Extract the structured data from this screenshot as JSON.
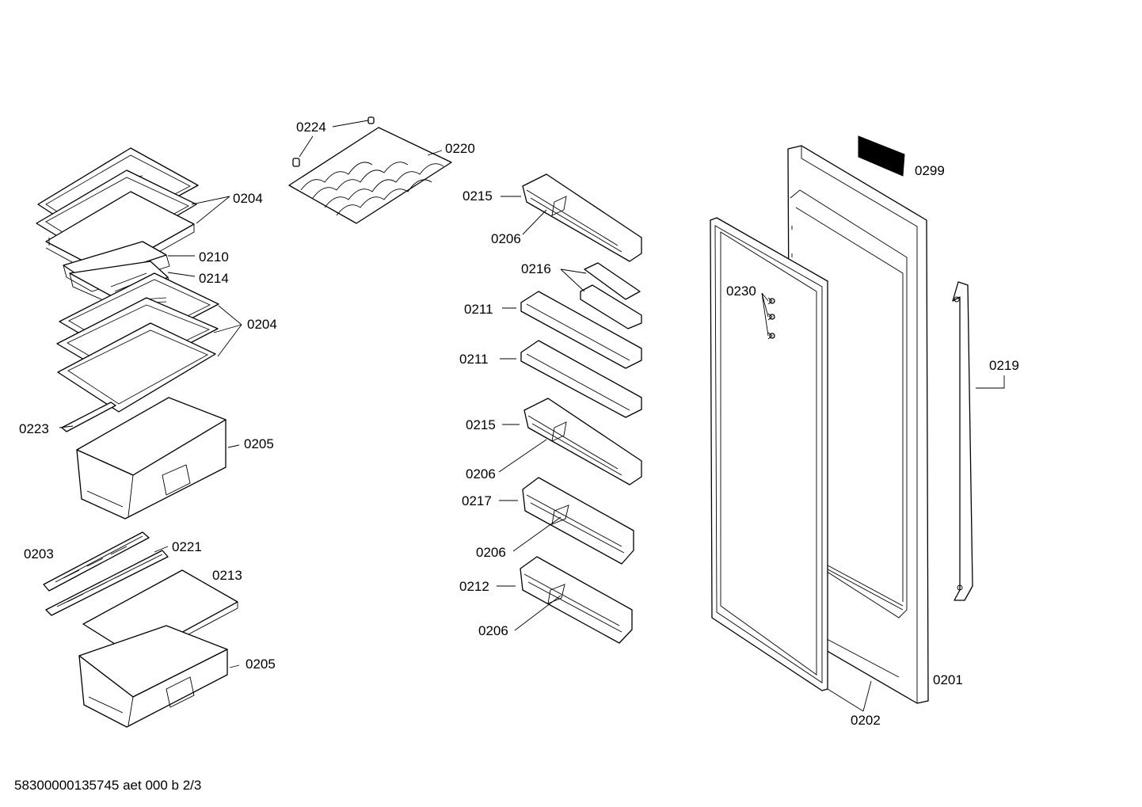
{
  "diagram": {
    "callouts": [
      {
        "id": "c0204a",
        "text": "0204"
      },
      {
        "id": "c0210",
        "text": "0210"
      },
      {
        "id": "c0214",
        "text": "0214"
      },
      {
        "id": "c0204b",
        "text": "0204"
      },
      {
        "id": "c0223",
        "text": "0223"
      },
      {
        "id": "c0205a",
        "text": "0205"
      },
      {
        "id": "c0203",
        "text": "0203"
      },
      {
        "id": "c0221",
        "text": "0221"
      },
      {
        "id": "c0213",
        "text": "0213"
      },
      {
        "id": "c0205b",
        "text": "0205"
      },
      {
        "id": "c0224",
        "text": "0224"
      },
      {
        "id": "c0220",
        "text": "0220"
      },
      {
        "id": "c0215a",
        "text": "0215"
      },
      {
        "id": "c0206a",
        "text": "0206"
      },
      {
        "id": "c0216",
        "text": "0216"
      },
      {
        "id": "c0211a",
        "text": "0211"
      },
      {
        "id": "c0211b",
        "text": "0211"
      },
      {
        "id": "c0215b",
        "text": "0215"
      },
      {
        "id": "c0206b",
        "text": "0206"
      },
      {
        "id": "c0217",
        "text": "0217"
      },
      {
        "id": "c0206c",
        "text": "0206"
      },
      {
        "id": "c0212",
        "text": "0212"
      },
      {
        "id": "c0206d",
        "text": "0206"
      },
      {
        "id": "c0299",
        "text": "0299"
      },
      {
        "id": "c0230",
        "text": "0230"
      },
      {
        "id": "c0219",
        "text": "0219"
      },
      {
        "id": "c0201",
        "text": "0201"
      },
      {
        "id": "c0202",
        "text": "0202"
      }
    ],
    "footer": "58300000135745 aet 000 b 2/3"
  }
}
